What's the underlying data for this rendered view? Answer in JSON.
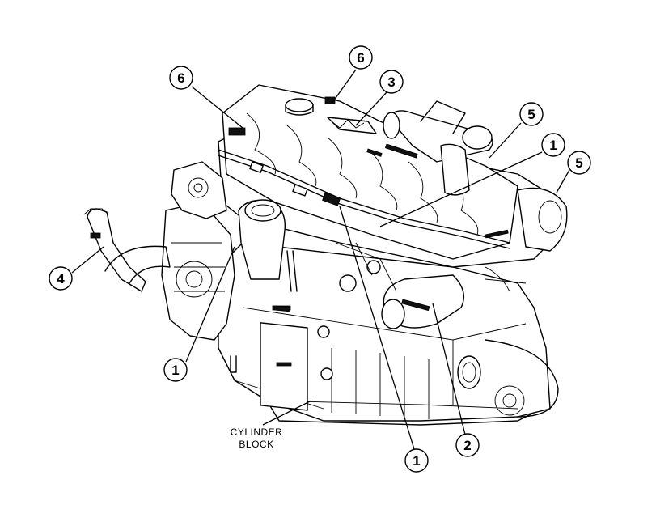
{
  "figure": {
    "block_label_line1": "CYLINDER",
    "block_label_line2": "BLOCK"
  },
  "callouts": [
    {
      "id": "c6a",
      "number": "6"
    },
    {
      "id": "c6b",
      "number": "6"
    },
    {
      "id": "c3",
      "number": "3"
    },
    {
      "id": "c5a",
      "number": "5"
    },
    {
      "id": "c1a",
      "number": "1"
    },
    {
      "id": "c5b",
      "number": "5"
    },
    {
      "id": "c4",
      "number": "4"
    },
    {
      "id": "c1b",
      "number": "1"
    },
    {
      "id": "c2",
      "number": "2"
    },
    {
      "id": "c1c",
      "number": "1"
    }
  ]
}
